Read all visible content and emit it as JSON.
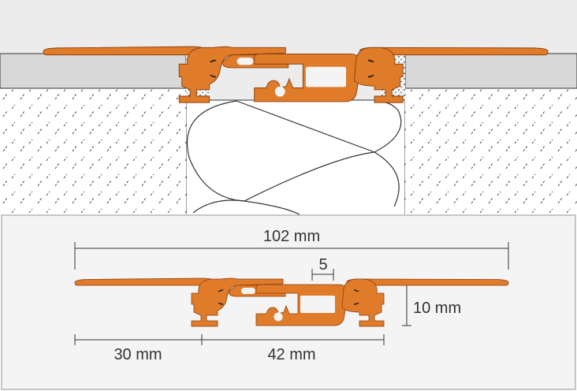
{
  "colors": {
    "profile": "#e07b2a",
    "profile_outline": "#8a4010",
    "tile": "#d8d8d8",
    "background": "#ececec",
    "panel": "#f4f4f4"
  },
  "dimensions": {
    "overall_width": "102 mm",
    "gap": "5",
    "height": "10 mm",
    "flange_width": "30 mm",
    "body_width": "42 mm"
  }
}
